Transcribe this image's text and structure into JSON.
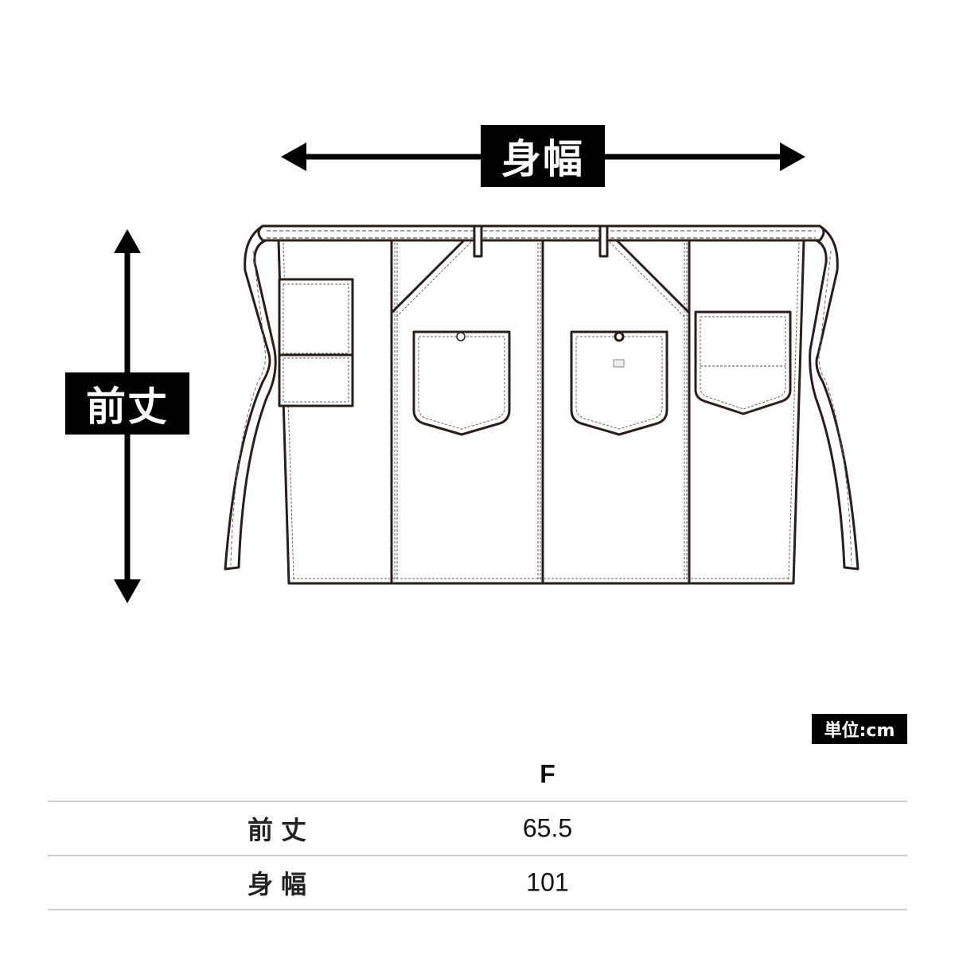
{
  "diagram": {
    "width_label": "身幅",
    "length_label": "前丈",
    "garment": "apron-front-flat-drawing"
  },
  "unit_badge": "単位:cm",
  "size_table": {
    "size_header": "F",
    "rows": [
      {
        "label": "前丈",
        "value": "65.5"
      },
      {
        "label": "身幅",
        "value": "101"
      }
    ]
  },
  "colors": {
    "line": "#2a1d1a",
    "stitch": "#555555",
    "label_bg": "#000000",
    "divider": "#cfcfcf"
  }
}
